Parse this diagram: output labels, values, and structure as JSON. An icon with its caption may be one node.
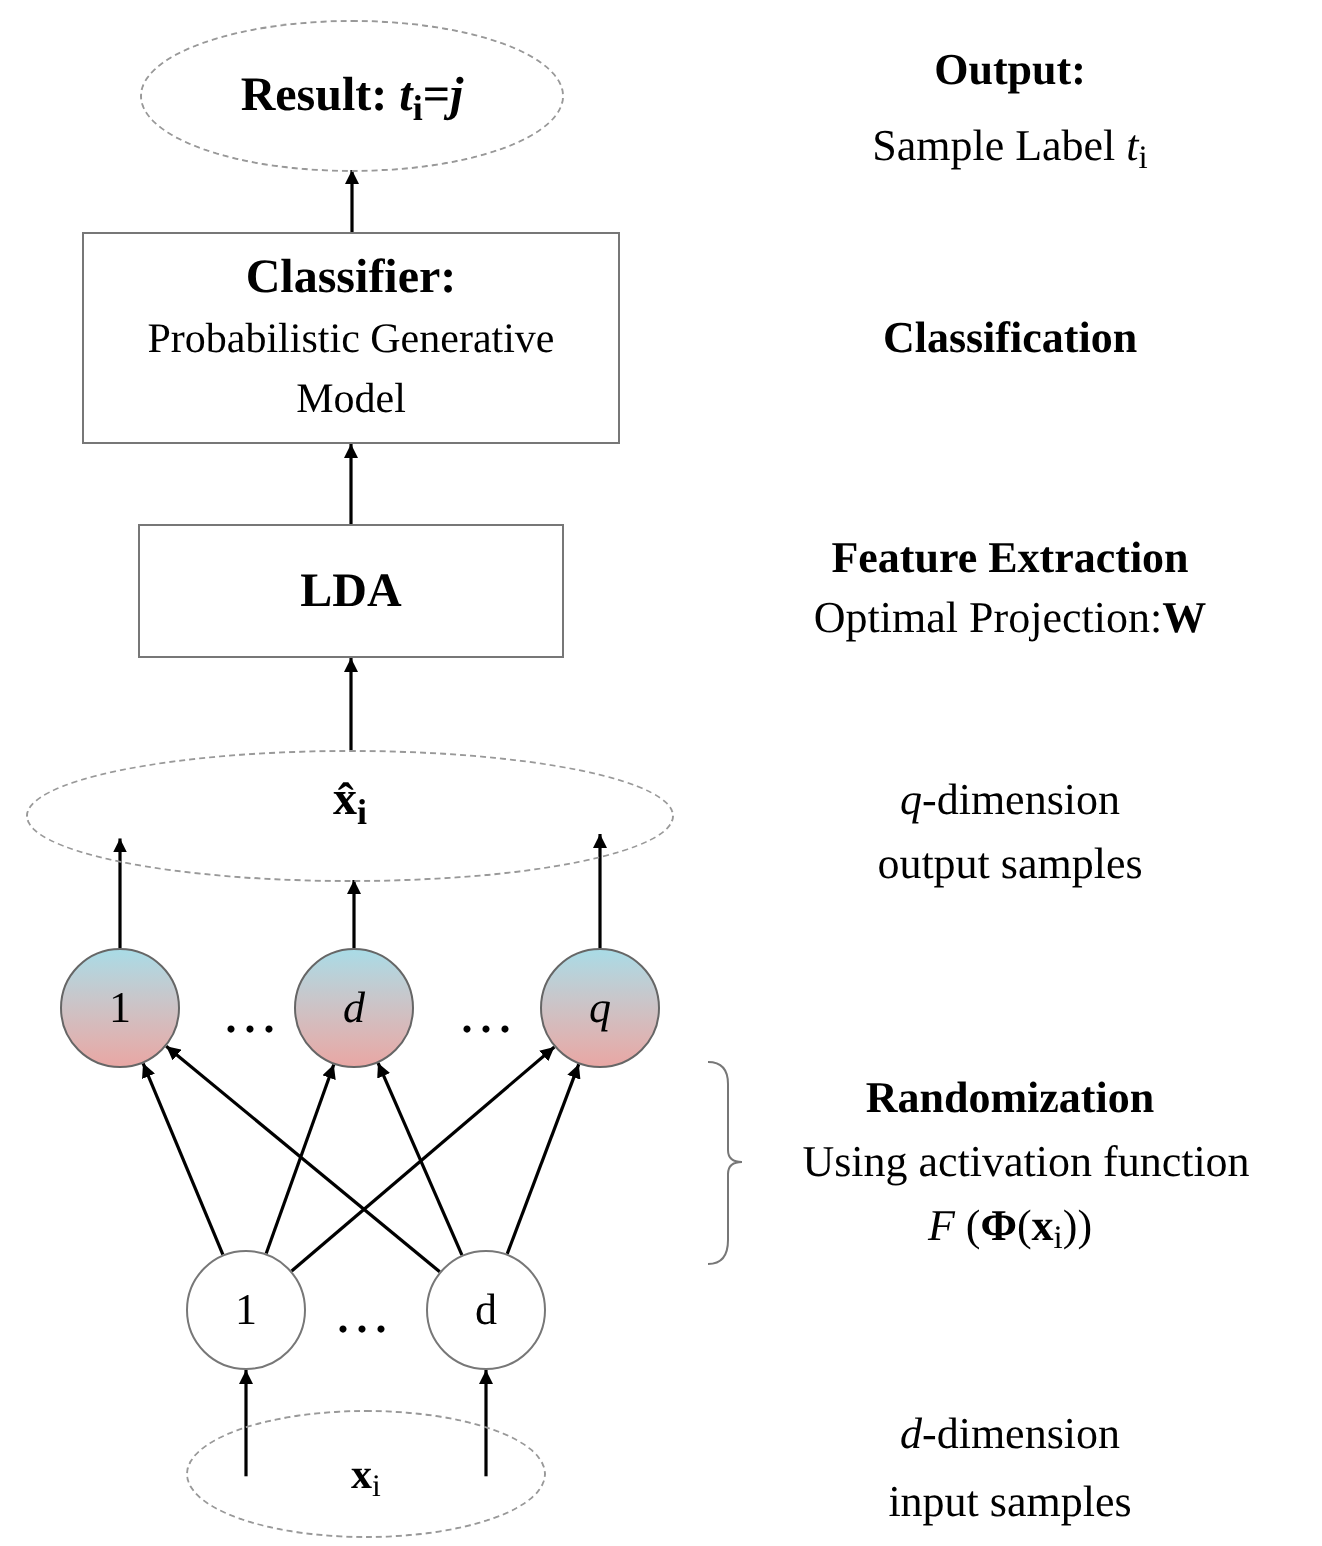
{
  "diagram": {
    "nodes": [
      {
        "text": [
          "Result: *t*$_{i}$=*j*"
        ]
      },
      {
        "text": [
          "Classifier:",
          "Probabilistic Generative Model"
        ]
      },
      {
        "text": [
          "LDA"
        ]
      },
      {
        "text": [
          "x̂$_{i}$"
        ]
      },
      {
        "text": [
          "1"
        ]
      },
      {
        "text": [
          "*d*"
        ]
      },
      {
        "text": [
          "*q*"
        ]
      },
      {
        "text": [
          "1"
        ]
      },
      {
        "text": [
          "d"
        ]
      },
      {
        "text": [
          "**x**$_{i}$"
        ]
      }
    ],
    "edges": [
      {
        "from": 1,
        "to": 0,
        "arrow": "to"
      },
      {
        "from": 2,
        "to": 1,
        "arrow": "to"
      },
      {
        "from": 3,
        "to": 2,
        "arrow": "to"
      },
      {
        "from": 4,
        "to": 3,
        "arrow": "to"
      },
      {
        "from": 5,
        "to": 3,
        "arrow": "to"
      },
      {
        "from": 6,
        "to": 3,
        "arrow": "to"
      },
      {
        "from": 7,
        "to": 4,
        "arrow": "to"
      },
      {
        "from": 7,
        "to": 5,
        "arrow": "to"
      },
      {
        "from": 7,
        "to": 6,
        "arrow": "to"
      },
      {
        "from": 8,
        "to": 4,
        "arrow": "to"
      },
      {
        "from": 8,
        "to": 5,
        "arrow": "to"
      },
      {
        "from": 8,
        "to": 6,
        "arrow": "to"
      },
      {
        "from": 9,
        "to": 7,
        "arrow": "to"
      },
      {
        "from": 9,
        "to": 8,
        "arrow": "to"
      }
    ],
    "labels": [
      "Output:",
      "Sample Label *t*$_{i}$",
      "Classification",
      "Feature Extraction",
      "Optimal Projection:**W**",
      "*q*-dimension output samples",
      "...",
      "...",
      "Randomization",
      "Using activation function",
      "*F* (**Φ**(**x**$_{i}$))",
      "...",
      "*d*-dimension input samples"
    ]
  }
}
